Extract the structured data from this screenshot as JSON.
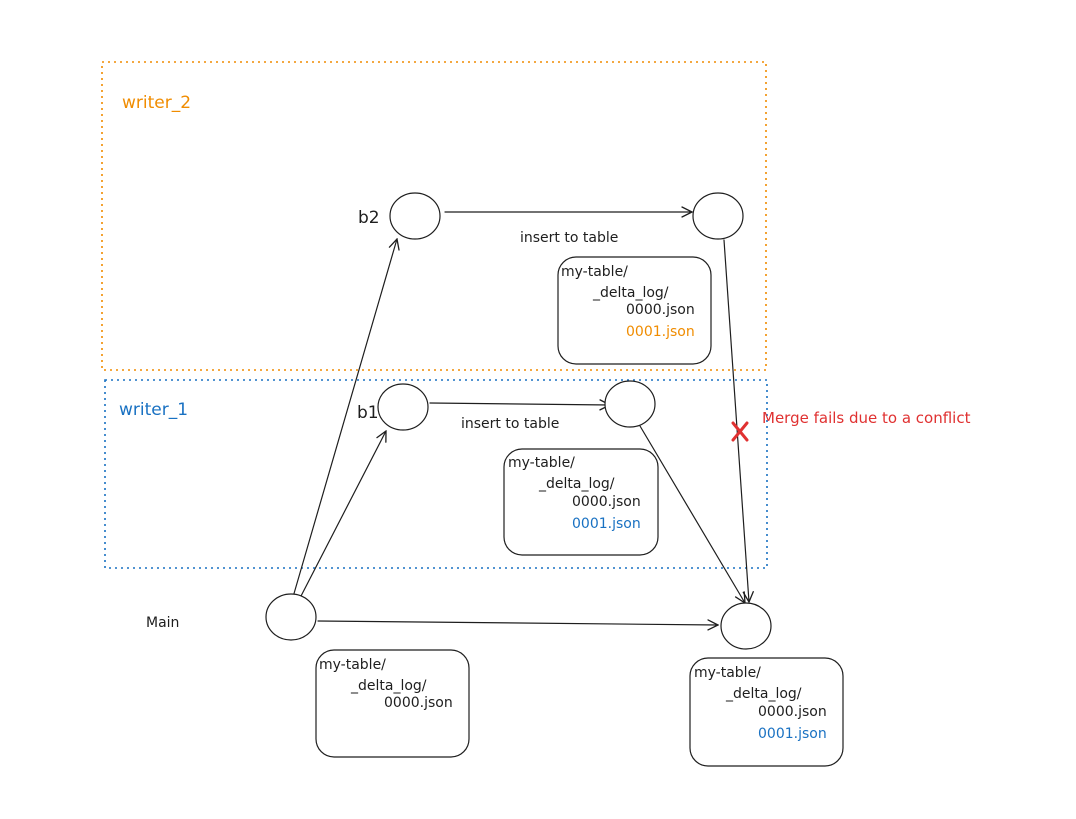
{
  "colors": {
    "ink": "#1e1e1e",
    "writer_2": "#f08c00",
    "writer_1": "#1971c2",
    "conflict": "#e03131"
  },
  "regions": {
    "writer_2": "writer_2",
    "writer_1": "writer_1"
  },
  "branches": {
    "main": "Main",
    "b1": "b1",
    "b2": "b2"
  },
  "edges": {
    "b2_insert": "insert to table",
    "b1_insert": "insert to table"
  },
  "conflict": {
    "label": "Merge fails due to a conflict",
    "icon": "x-mark-icon"
  },
  "logs": {
    "writer_2": [
      "my-table/",
      "_delta_log/",
      "0000.json",
      "0001.json"
    ],
    "writer_1": [
      "my-table/",
      "_delta_log/",
      "0000.json",
      "0001.json"
    ],
    "main_start": [
      "my-table/",
      "_delta_log/",
      "0000.json"
    ],
    "main_end": [
      "my-table/",
      "_delta_log/",
      "0000.json",
      "0001.json"
    ]
  }
}
